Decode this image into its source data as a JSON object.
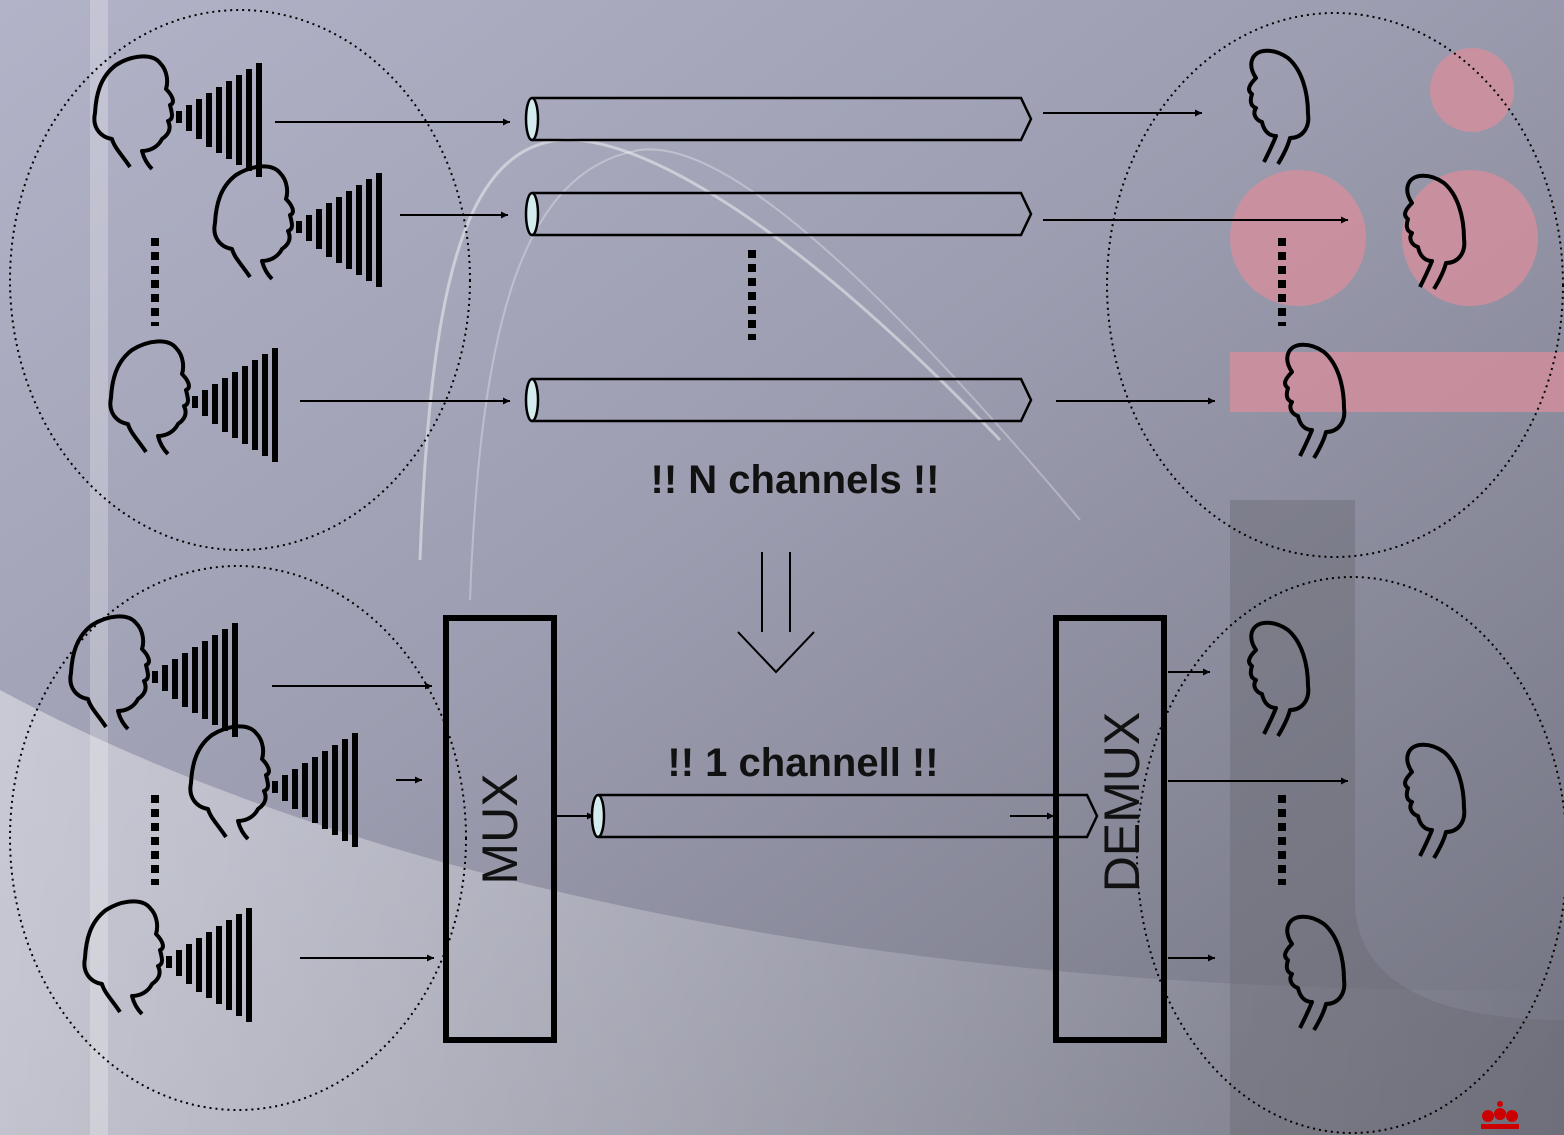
{
  "top_label": "!! N channels !!",
  "bottom_label": "!! 1 channell !!",
  "mux_label": "MUX",
  "demux_label": "DEMUX",
  "colors": {
    "line": "#000000",
    "pipe_end": "#d4ecee",
    "logo_pink": "#d98e9c",
    "logo_dark": "#6b6b73",
    "crown": "#cc0000"
  },
  "icons": {
    "talker": "speaking-head-icon",
    "listener": "listening-head-icon",
    "channel": "pipe-channel-icon",
    "crown": "crown-icon"
  }
}
